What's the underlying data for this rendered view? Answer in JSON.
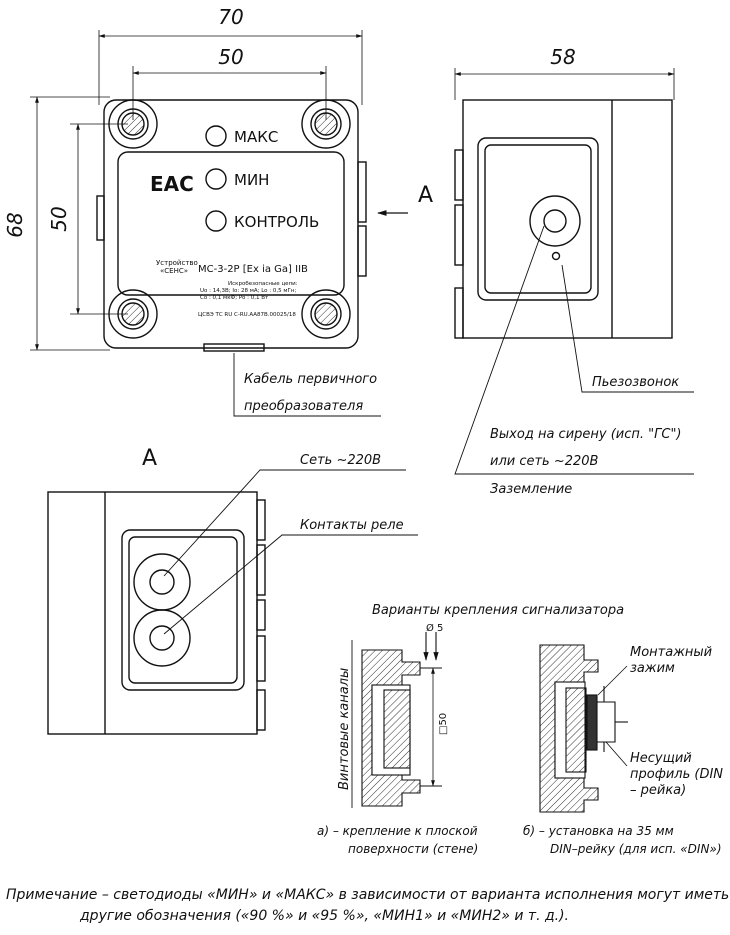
{
  "front_view": {
    "dim_overall_width": "70",
    "dim_hole_width": "50",
    "dim_overall_height": "68",
    "dim_hole_height": "50",
    "eac_mark": "EAC",
    "led_max": "МАКС",
    "led_min": "МИН",
    "led_control": "КОНТРОЛЬ",
    "device_line1": "Устройство",
    "device_line2": "«СЕНС»",
    "model": "МС-3-2Р  [Ex ia Ga] IIB",
    "spec_title": "Искробезопасные цепи:",
    "spec_line1": "Uo : 14,3В; Io: 28 мА; Lo : 0,5 мГн;",
    "spec_line2": "Co : 0,1 мкФ; Po : 0,1 Вт",
    "cert": "ЦСВЭ ТС RU C-RU.АА87В.00025/18",
    "view_arrow_label": "А"
  },
  "side_view": {
    "dim_depth": "58"
  },
  "callouts": {
    "cable": [
      "Кабель первичного",
      "преобразователя"
    ],
    "piezo": "Пьезозвонок",
    "siren": [
      "Выход на сирену (исп. \"ГС\")",
      "или сеть ~220В"
    ],
    "ground": "Заземление",
    "network": "Сеть ~220В",
    "relay": "Контакты реле"
  },
  "view_a": {
    "title": "А"
  },
  "mounting": {
    "title": "Варианты крепления сигнализатора",
    "hole_diameter": "Ø 5",
    "pitch": "□50",
    "screw_channels": "Винтовые каналы",
    "clamp": [
      "Монтажный",
      "зажим"
    ],
    "profile": [
      "Несущий",
      "профиль (DIN",
      "– рейка)"
    ],
    "caption_a": [
      "а) –   крепление к плоской",
      "поверхности (стене)"
    ],
    "caption_b": [
      "б) –   установка на 35 мм",
      "DIN–рейку (для исп. «DIN»)"
    ]
  },
  "note": [
    "Примечание – светодиоды «МИН» и «МАКС» в зависимости от варианта исполнения могут иметь",
    "другие обозначения («90 %» и «95 %», «МИН1» и «МИН2» и т. д.)."
  ]
}
